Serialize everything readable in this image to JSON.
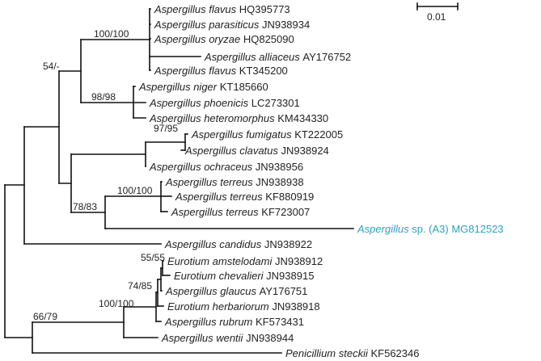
{
  "scale_bar": {
    "label": "0.01"
  },
  "taxa": [
    {
      "id": "flavus1",
      "genus": "Aspergillus",
      "species": "flavus",
      "accession": "HQ395773"
    },
    {
      "id": "parasiticus",
      "genus": "Aspergillus",
      "species": "parasiticus",
      "accession": "JN938934"
    },
    {
      "id": "oryzae",
      "genus": "Aspergillus",
      "species": "oryzae",
      "accession": "HQ825090"
    },
    {
      "id": "alliaceus",
      "genus": "Aspergillus",
      "species": "alliaceus",
      "accession": "AY176752"
    },
    {
      "id": "flavus2",
      "genus": "Aspergillus",
      "species": "flavus",
      "accession": "KT345200"
    },
    {
      "id": "niger",
      "genus": "Aspergillus",
      "species": "niger",
      "accession": "KT185660"
    },
    {
      "id": "phoenicis",
      "genus": "Aspergillus",
      "species": "phoenicis",
      "accession": "LC273301"
    },
    {
      "id": "heteromorphus",
      "genus": "Aspergillus",
      "species": "heteromorphus",
      "accession": "KM434330"
    },
    {
      "id": "fumigatus",
      "genus": "Aspergillus",
      "species": "fumigatus",
      "accession": "KT222005"
    },
    {
      "id": "clavatus",
      "genus": "Aspergillus",
      "species": "clavatus",
      "accession": "JN938924"
    },
    {
      "id": "ochraceus",
      "genus": "Aspergillus",
      "species": "ochraceus",
      "accession": "JN938956"
    },
    {
      "id": "terreus1",
      "genus": "Aspergillus",
      "species": "terreus",
      "accession": "JN938938"
    },
    {
      "id": "terreus2",
      "genus": "Aspergillus",
      "species": "terreus",
      "accession": "KF880919"
    },
    {
      "id": "terreus3",
      "genus": "Aspergillus",
      "species": "terreus",
      "accession": "KF723007"
    },
    {
      "id": "a3",
      "genus": "Aspergillus",
      "species": "sp. (A3)",
      "accession": "MG812523",
      "highlight": true
    },
    {
      "id": "candidus",
      "genus": "Aspergillus",
      "species": "candidus",
      "accession": "JN938922"
    },
    {
      "id": "amstelodami",
      "genus": "Eurotium",
      "species": "amstelodami",
      "accession": "JN938912"
    },
    {
      "id": "chevalieri",
      "genus": "Eurotium",
      "species": "chevalieri",
      "accession": "JN938915"
    },
    {
      "id": "glaucus",
      "genus": "Aspergillus",
      "species": "glaucus",
      "accession": "AY176751"
    },
    {
      "id": "herbariorum",
      "genus": "Eurotium",
      "species": "herbariorum",
      "accession": "JN938918"
    },
    {
      "id": "rubrum",
      "genus": "Aspergillus",
      "species": "rubrum",
      "accession": "KF573431"
    },
    {
      "id": "wentii",
      "genus": "Aspergillus",
      "species": "wentii",
      "accession": "JN938944"
    },
    {
      "id": "steckii",
      "genus": "Penicillium",
      "species": "steckii",
      "accession": "KF562346"
    }
  ],
  "support_values": {
    "flavi": "100/100",
    "flavi_nigri": "54/-",
    "nigri": "98/98",
    "fumigati": "97/95",
    "terrei_a3": "78/83",
    "terrei": "100/100",
    "eurotium_inner": "55/55",
    "eurotium_mid": "74/85",
    "eurotium": "100/100",
    "eurotium_wentii": "66/79"
  },
  "colors": {
    "branch": "#111111",
    "label": "#222222",
    "highlight": "#2aa3c4"
  }
}
